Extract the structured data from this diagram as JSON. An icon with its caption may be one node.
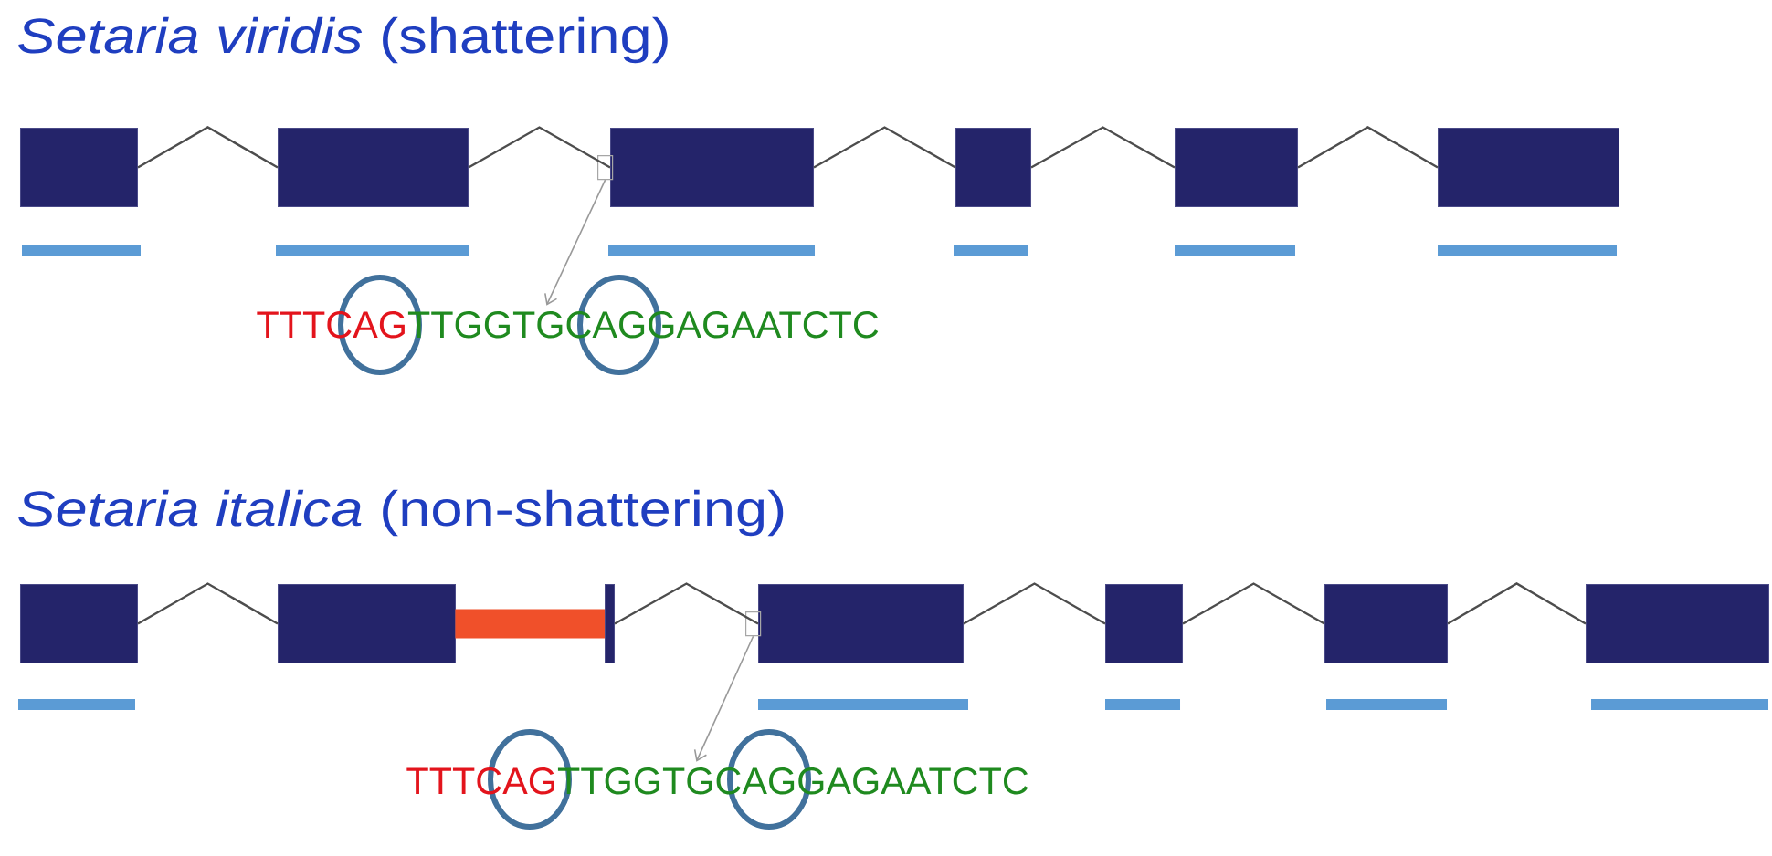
{
  "diagram": {
    "nodes": [
      {
        "text": [],
        "shape": "box"
      },
      {
        "text": [],
        "shape": "box"
      },
      {
        "text": [],
        "shape": "box"
      },
      {
        "text": [],
        "shape": "box"
      },
      {
        "text": [],
        "shape": "box"
      },
      {
        "text": [],
        "shape": "box"
      },
      {
        "text": [],
        "shape": "box"
      },
      {
        "text": [
          "TTTCAG",
          "TTGGTGCAGGAGAATCTC"
        ]
      },
      {
        "text": [],
        "shape": "box"
      },
      {
        "text": [],
        "shape": "box"
      },
      {
        "text": [],
        "shape": "bar"
      },
      {
        "text": [],
        "shape": "box"
      },
      {
        "text": [],
        "shape": "box"
      },
      {
        "text": [],
        "shape": "box"
      },
      {
        "text": [],
        "shape": "box"
      },
      {
        "text": [],
        "shape": "box"
      },
      {
        "text": [],
        "shape": "box"
      },
      {
        "text": [
          "TTTCAG",
          "TTGGTGCAGGAGAATCTC"
        ]
      }
    ],
    "edges": [
      {
        "from": 0,
        "to": 1,
        "arrow": "none"
      },
      {
        "from": 1,
        "to": 3,
        "arrow": "none"
      },
      {
        "from": 3,
        "to": 4,
        "arrow": "none"
      },
      {
        "from": 4,
        "to": 5,
        "arrow": "none"
      },
      {
        "from": 5,
        "to": 6,
        "arrow": "none"
      },
      {
        "from": 2,
        "to": 7,
        "arrow": "to",
        "color": "#999999"
      },
      {
        "from": 8,
        "to": 9,
        "arrow": "none"
      },
      {
        "from": 11,
        "to": 13,
        "arrow": "none"
      },
      {
        "from": 13,
        "to": 14,
        "arrow": "none"
      },
      {
        "from": 14,
        "to": 15,
        "arrow": "none"
      },
      {
        "from": 15,
        "to": 16,
        "arrow": "none"
      },
      {
        "from": 12,
        "to": 17,
        "arrow": "to",
        "color": "#999999"
      }
    ],
    "labels": [
      "*Setaria viridis* (shattering)",
      "*Setaria italica* (non-shattering)"
    ]
  }
}
